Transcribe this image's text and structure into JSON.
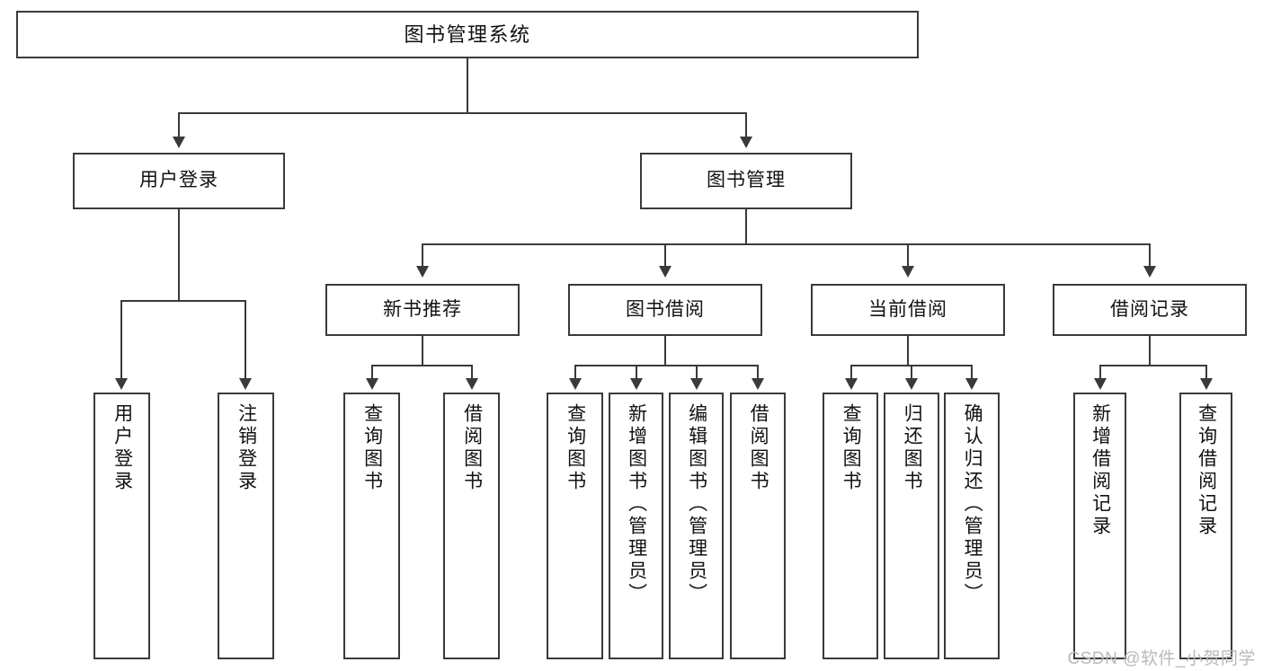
{
  "diagram": {
    "title": "图书管理系统",
    "type": "function-structure-tree",
    "root": {
      "label": "图书管理系统"
    },
    "level2": [
      {
        "label": "用户登录"
      },
      {
        "label": "图书管理"
      }
    ],
    "level3": [
      {
        "label": "新书推荐"
      },
      {
        "label": "图书借阅"
      },
      {
        "label": "当前借阅"
      },
      {
        "label": "借阅记录"
      }
    ],
    "leaves": {
      "user_login": [
        {
          "label": "用户登录"
        },
        {
          "label": "注销登录"
        }
      ],
      "new_book": [
        {
          "label": "查询图书"
        },
        {
          "label": "借阅图书"
        }
      ],
      "book_borrow": [
        {
          "label": "查询图书"
        },
        {
          "label": "新增图书（管理员）"
        },
        {
          "label": "编辑图书（管理员）"
        },
        {
          "label": "借阅图书"
        }
      ],
      "current_borrow": [
        {
          "label": "查询图书"
        },
        {
          "label": "归还图书"
        },
        {
          "label": "确认归还（管理员）"
        }
      ],
      "borrow_record": [
        {
          "label": "新增借阅记录"
        },
        {
          "label": "查询借阅记录"
        }
      ]
    }
  },
  "watermark": {
    "text": "CSDN @软件_小贺同学"
  },
  "colors": {
    "stroke": "#3a3a3a",
    "background": "#ffffff",
    "text": "#111111",
    "watermark": "#b9b9b9"
  }
}
